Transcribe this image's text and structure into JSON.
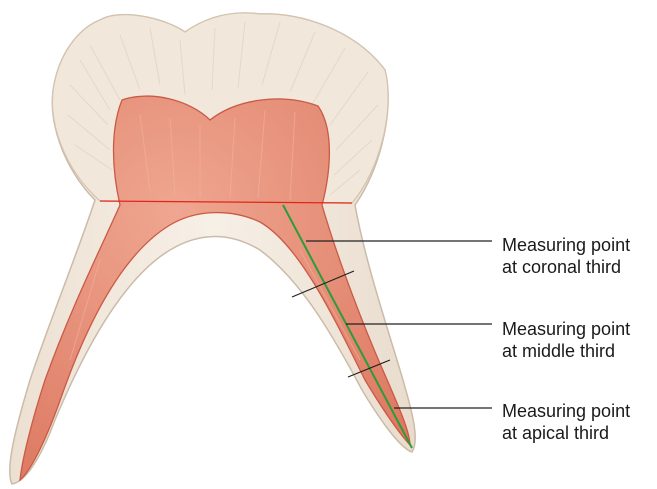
{
  "labels": {
    "coronal": {
      "line1": "Measuring point",
      "line2": "at coronal third"
    },
    "middle": {
      "line1": "Measuring point",
      "line2": "at middle third"
    },
    "apical": {
      "line1": "Measuring point",
      "line2": "at apical third"
    }
  },
  "colors": {
    "enamel": "#f3ebe0",
    "enamel_shade": "#e4d5c3",
    "dentin": "#f5ede3",
    "pulp": "#e8907a",
    "pulp_dark": "#d96e5a",
    "cej_line": "#e0261b",
    "canal_line": "#2e9b3a",
    "leader": "#222222"
  }
}
